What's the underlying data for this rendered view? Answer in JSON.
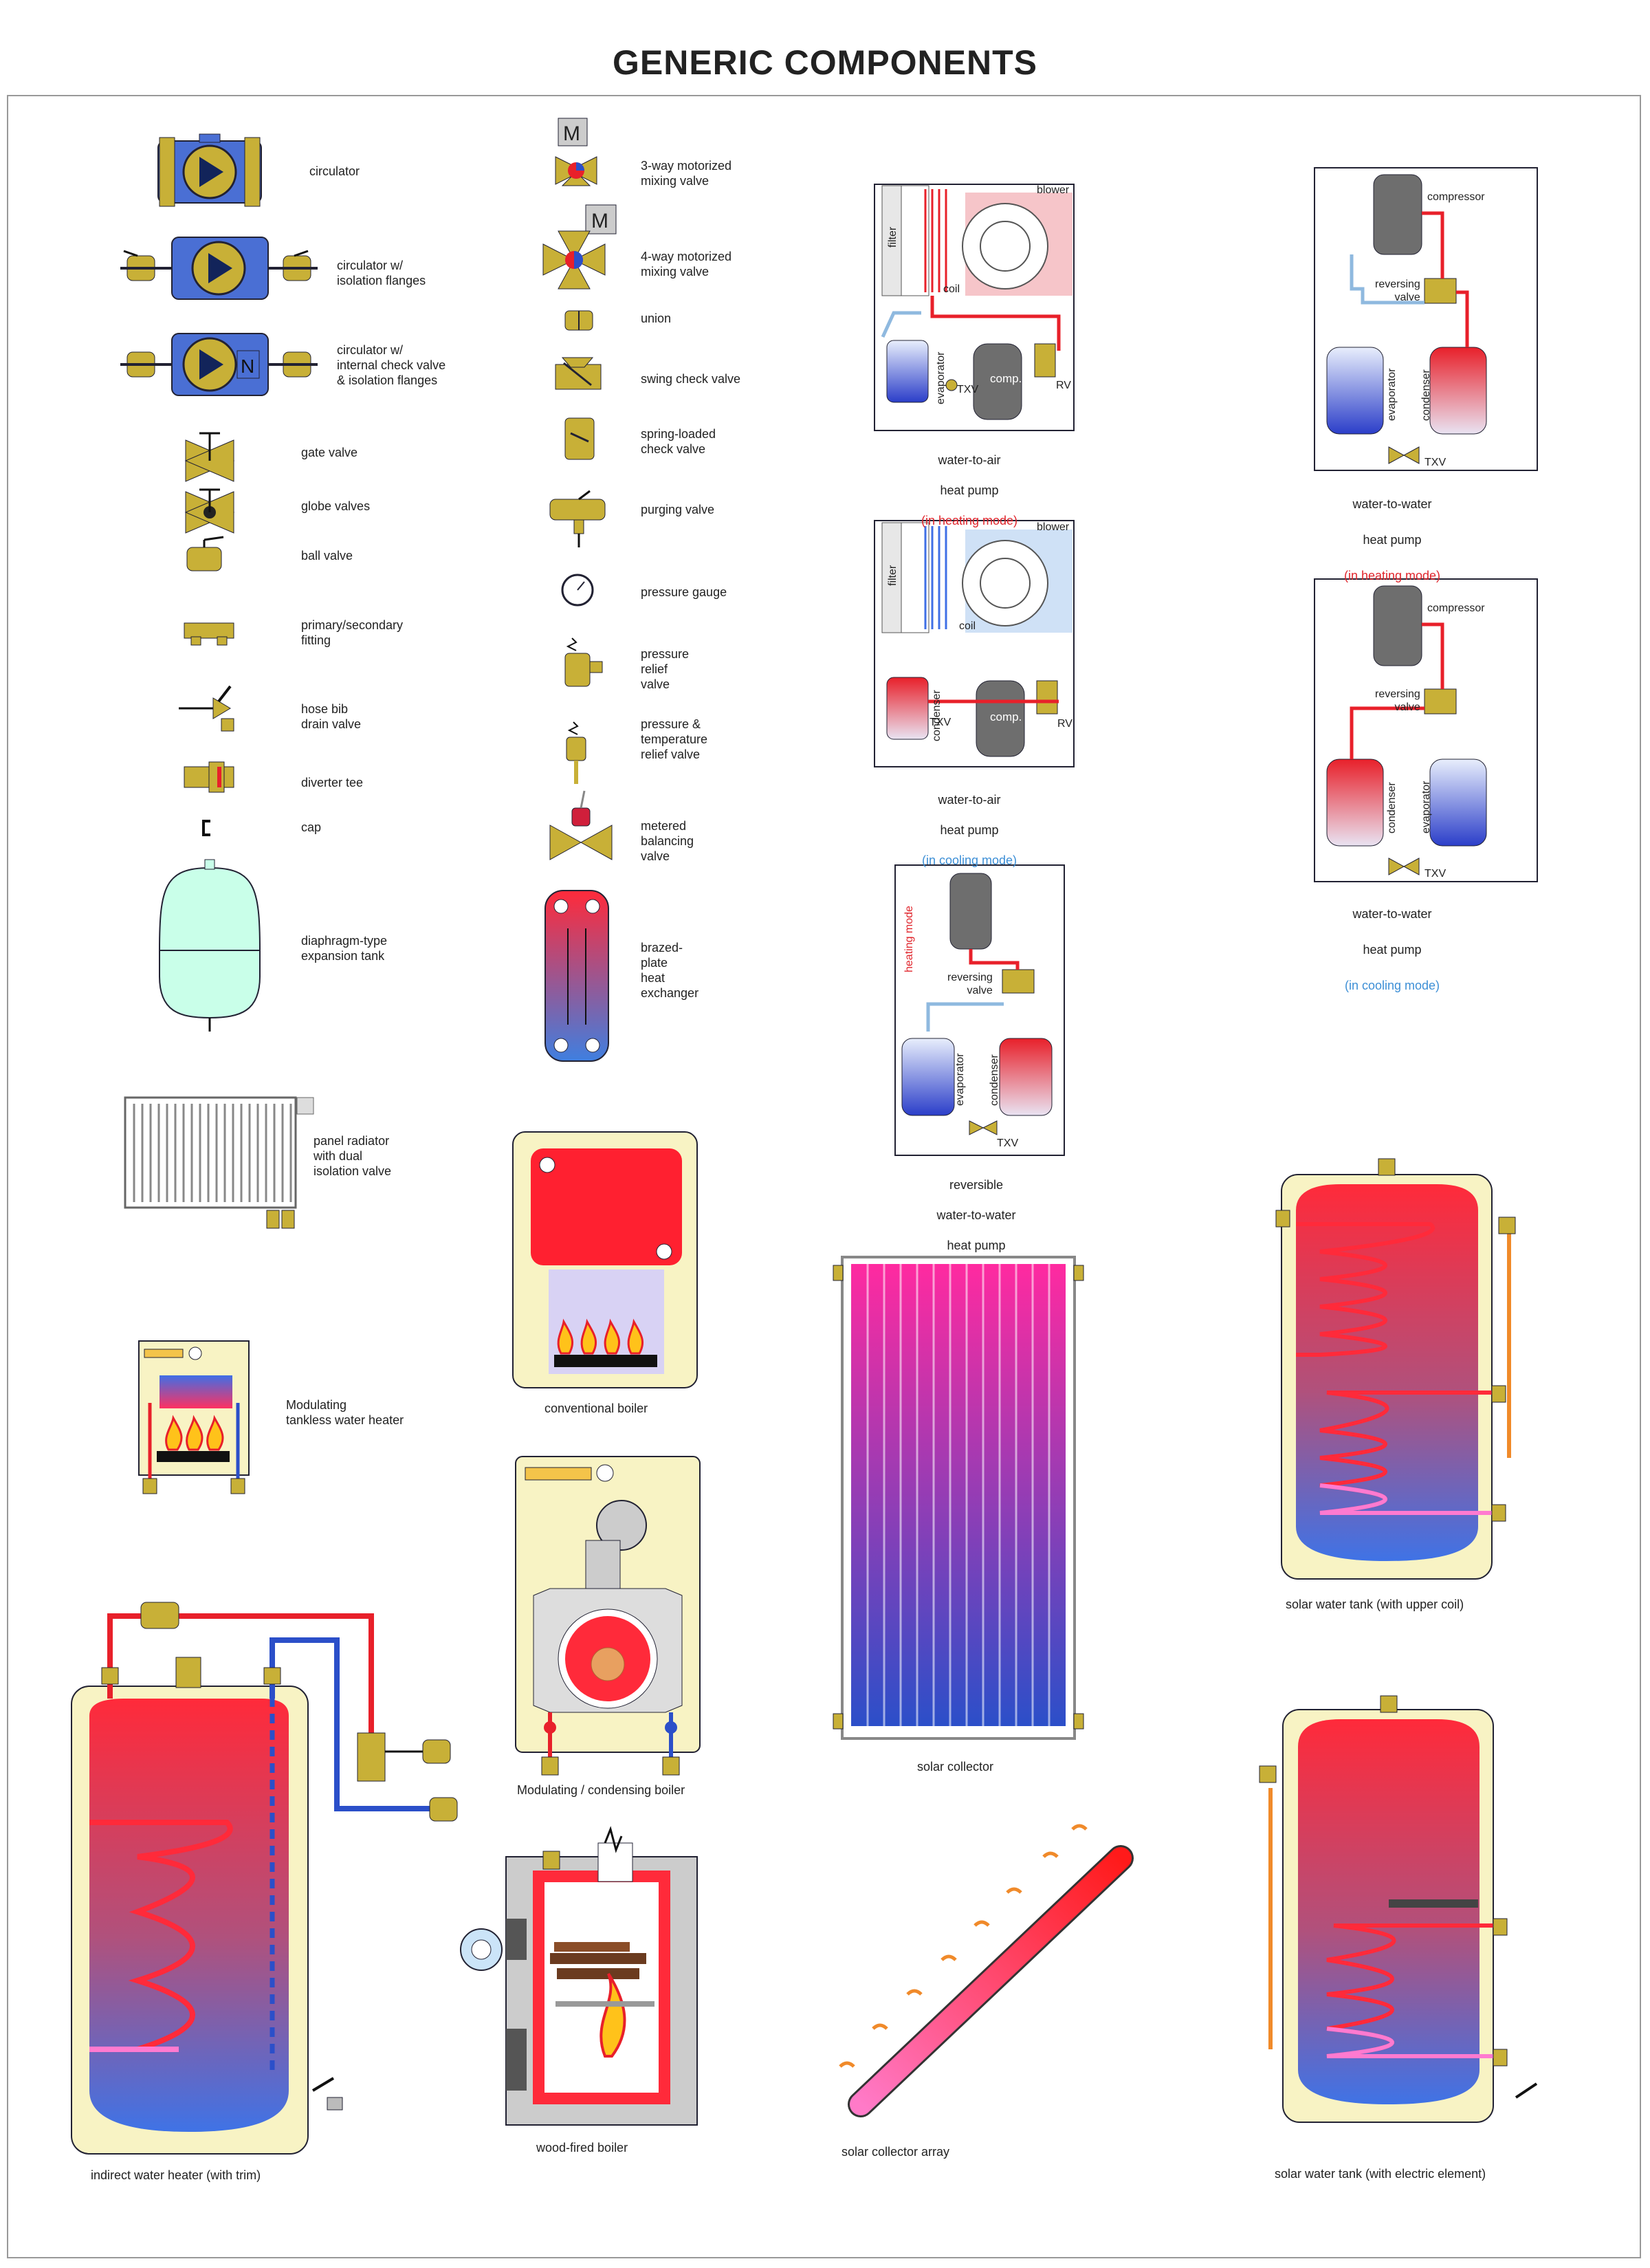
{
  "page": {
    "title": "GENERIC COMPONENTS"
  },
  "components": {
    "circulator": "circulator",
    "circulator_iso": "circulator w/\nisolation flanges",
    "circulator_check": "circulator w/\ninternal check valve\n& isolation flanges",
    "gate_valve": "gate valve",
    "globe_valves": "globe valves",
    "ball_valve": "ball valve",
    "primary_secondary": "primary/secondary\nfitting",
    "hose_bib": "hose bib\ndrain valve",
    "diverter_tee": "diverter tee",
    "cap": "cap",
    "expansion_tank": "diaphragm-type\nexpansion tank",
    "panel_radiator": "panel radiator\nwith dual\nisolation valve",
    "tankless": "Modulating\ntankless water heater",
    "indirect_heater": "indirect water heater (with trim)",
    "three_way": "3-way motorized\nmixing valve",
    "four_way": "4-way motorized\nmixing valve",
    "union": "union",
    "swing_check": "swing check valve",
    "spring_check": "spring-loaded\ncheck valve",
    "purging": "purging valve",
    "pressure_gauge": "pressure gauge",
    "pressure_relief": "pressure\nrelief\nvalve",
    "pt_relief": "pressure &\ntemperature\nrelief valve",
    "metered_balancing": "metered\nbalancing\nvalve",
    "brazed_plate": "brazed-\nplate\nheat\nexchanger",
    "conventional_boiler": "conventional  boiler",
    "mod_boiler": "Modulating / condensing boiler",
    "wood_boiler": "wood-fired boiler",
    "solar_collector": "solar collector",
    "solar_array": "solar collector array",
    "solar_tank_upper": "solar water tank (with upper coil)",
    "solar_tank_electric": "solar water tank (with electric element)"
  },
  "heat_pumps": {
    "wta_heat": {
      "line1": "water-to-air",
      "line2": "heat pump",
      "mode": "(in heating mode)"
    },
    "wta_cool": {
      "line1": "water-to-air",
      "line2": "heat pump",
      "mode": "(in cooling mode)"
    },
    "wtw_heat": {
      "line1": "water-to-water",
      "line2": "heat pump",
      "mode": "(in heating mode)"
    },
    "wtw_cool": {
      "line1": "water-to-water",
      "line2": "heat pump",
      "mode": "(in cooling mode)"
    },
    "reversible": {
      "line1": "reversible",
      "line2": "water-to-water",
      "line3": "heat pump"
    }
  },
  "diagram_labels": {
    "blower": "blower",
    "filter": "filter",
    "coil": "coil",
    "evaporator": "evaporator",
    "condenser": "condenser",
    "comp": "comp.",
    "compressor": "compressor",
    "txv": "TXV",
    "rv": "RV",
    "reversing_valve": "reversing\nvalve",
    "heating_mode": "heating mode"
  },
  "colors": {
    "hot": "#e8202a",
    "cold": "#2b4fc9",
    "brass": "#c8b037",
    "tank_shell": "#f8f3c4",
    "pump": "#4a6fd4"
  }
}
